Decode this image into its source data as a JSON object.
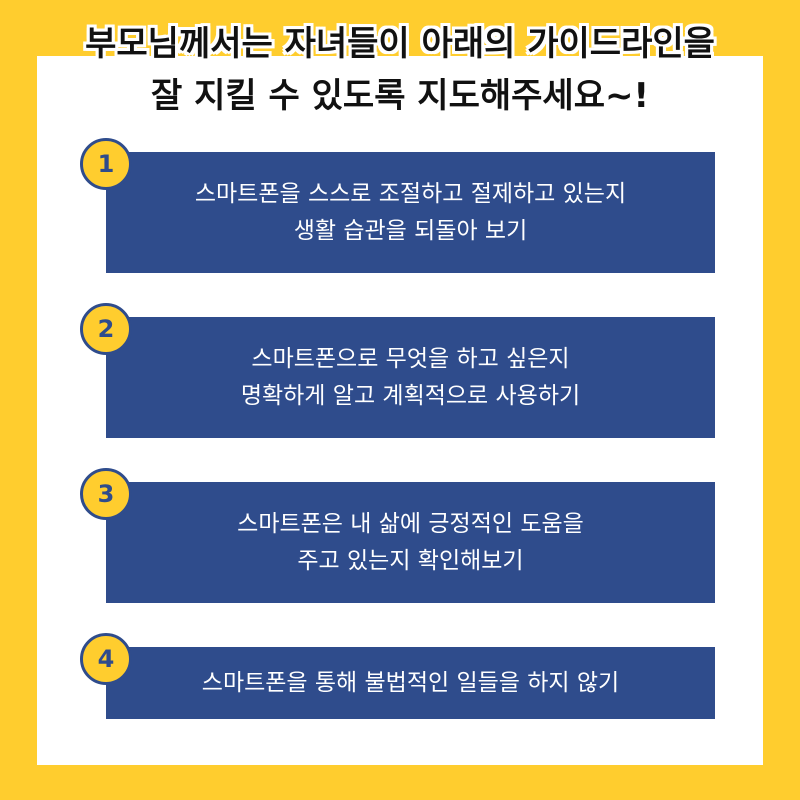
{
  "title": {
    "line1": "부모님께서는 자녀들이 아래의 가이드라인을",
    "line2": "잘 지킬 수 있도록 지도해주세요~!"
  },
  "guidelines": [
    {
      "number": "1",
      "lines": [
        "스마트폰을 스스로 조절하고 절제하고 있는지",
        "생활 습관을 되돌아 보기"
      ]
    },
    {
      "number": "2",
      "lines": [
        "스마트폰으로 무엇을 하고 싶은지",
        "명확하게 알고 계획적으로 사용하기"
      ]
    },
    {
      "number": "3",
      "lines": [
        "스마트폰은 내 삶에 긍정적인 도움을",
        "주고 있는지 확인해보기"
      ]
    },
    {
      "number": "4",
      "lines": [
        "스마트폰을 통해 불법적인 일들을 하지 않기"
      ]
    }
  ],
  "colors": {
    "background": "#FFCD2E",
    "panel": "#FFFFFF",
    "card": "#2F4C8C",
    "title_text": "#111111"
  }
}
